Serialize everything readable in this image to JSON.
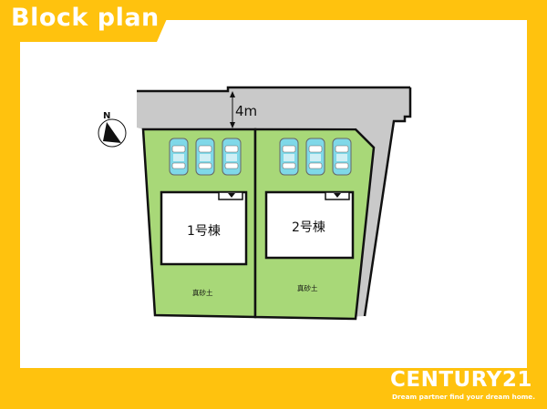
{
  "header": {
    "title": "Block plan"
  },
  "site_plan": {
    "road_width": "4m",
    "north_marker": "N",
    "lots": [
      {
        "label": "1号棟",
        "surface": "真砂土",
        "parking_spaces": 3
      },
      {
        "label": "2号棟",
        "surface": "真砂土",
        "parking_spaces": 3
      }
    ]
  },
  "footer": {
    "brand": "CENTURY21",
    "tagline": "Dream partner find your dream home."
  },
  "colors": {
    "frame": "#ffc20e",
    "lot_fill": "#a8d878",
    "road_fill": "#c9c9c9",
    "car_fill": "#7fd8e8"
  }
}
